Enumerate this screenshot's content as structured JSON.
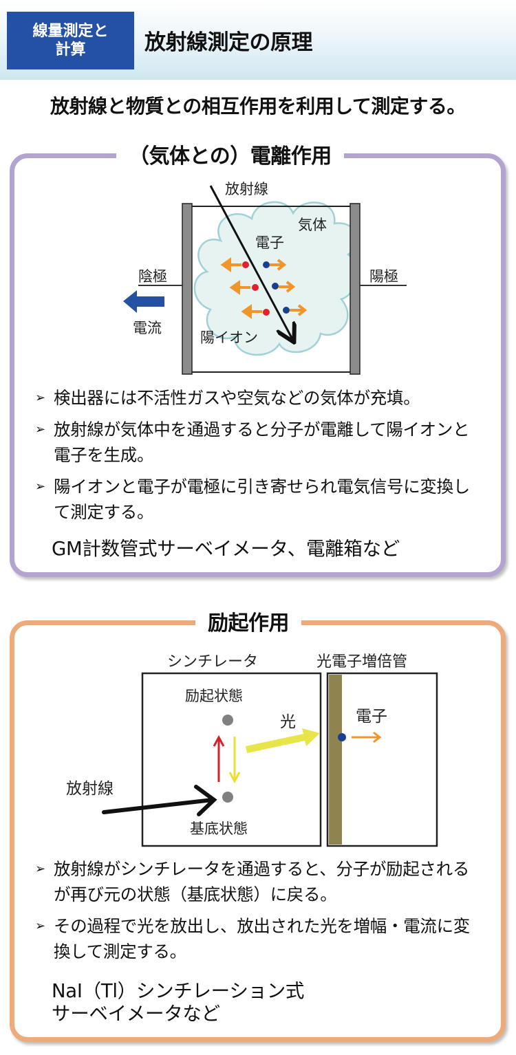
{
  "header": {
    "badge_line1": "線量測定と",
    "badge_line2": "計算",
    "title": "放射線測定の原理",
    "badge_color": "#2451a3"
  },
  "subtitle": "放射線と物質との相互作用を利用して測定する。",
  "ionization": {
    "title": "（気体との）電離作用",
    "border_color": "#b3a3d1",
    "diagram": {
      "radiation_label": "放射線",
      "gas_label": "気体",
      "electron_label": "電子",
      "cathode_label": "陰極",
      "anode_label": "陽極",
      "current_label": "電流",
      "positive_ion_label": "陽イオン"
    },
    "bullets": [
      "検出器には不活性ガスや空気などの気体が充填。",
      "放射線が気体中を通過すると分子が電離して陽イオンと電子を生成。",
      "陽イオンと電子が電極に引き寄せられ電気信号に変換して測定する。"
    ],
    "examples": "GM計数管式サーベイメータ、電離箱など"
  },
  "excitation": {
    "title": "励起作用",
    "border_color": "#eeab7a",
    "diagram": {
      "scintillator_label": "シンチレータ",
      "pmt_label": "光電子増倍管",
      "excited_state_label": "励起状態",
      "ground_state_label": "基底状態",
      "light_label": "光",
      "electron_label": "電子",
      "radiation_label": "放射線"
    },
    "bullets": [
      "放射線がシンチレータを通過すると、分子が励起されるが再び元の状態（基底状態）に戻る。",
      "その過程で光を放出し、放出された光を増幅・電流に変換して測定する。"
    ],
    "examples_line1": "NaI（Tl）シンチレーション式",
    "examples_line2": "サーベイメータなど"
  },
  "icons": {
    "bullet": "➢"
  }
}
